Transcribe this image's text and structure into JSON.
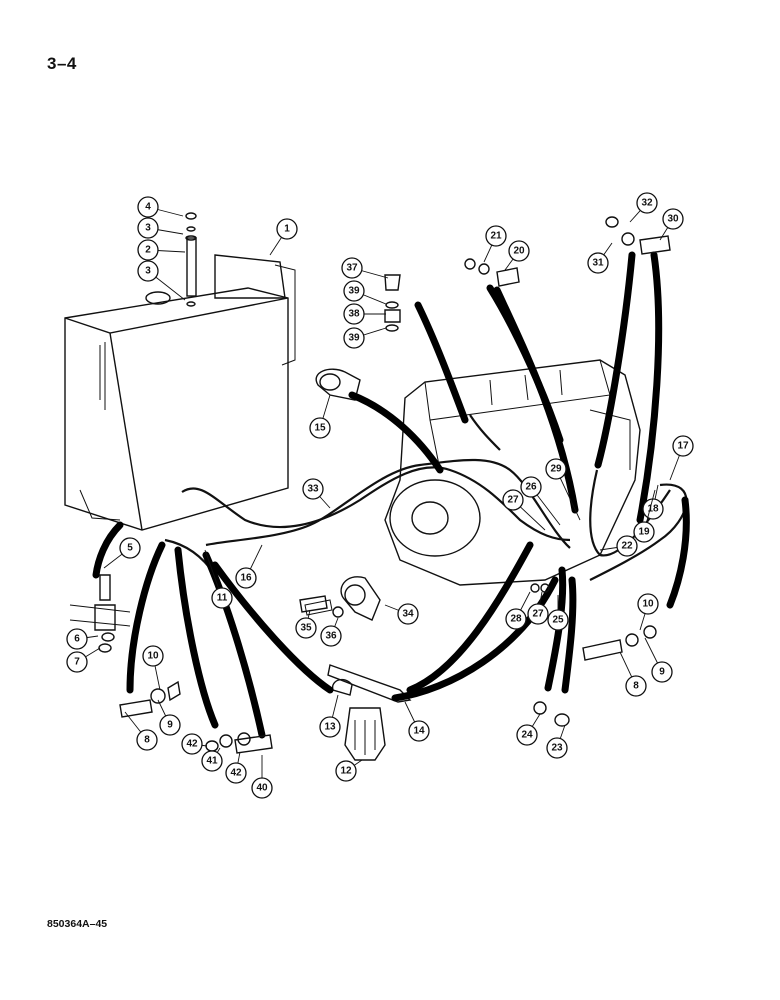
{
  "page": {
    "number": "3–4",
    "figure_id": "850364A–45"
  },
  "callouts": [
    {
      "label": "1"
    },
    {
      "label": "2"
    },
    {
      "label": "3"
    },
    {
      "label": "3"
    },
    {
      "label": "4"
    },
    {
      "label": "5"
    },
    {
      "label": "6"
    },
    {
      "label": "7"
    },
    {
      "label": "8"
    },
    {
      "label": "8"
    },
    {
      "label": "9"
    },
    {
      "label": "9"
    },
    {
      "label": "10"
    },
    {
      "label": "10"
    },
    {
      "label": "11"
    },
    {
      "label": "12"
    },
    {
      "label": "13"
    },
    {
      "label": "14"
    },
    {
      "label": "15"
    },
    {
      "label": "16"
    },
    {
      "label": "17"
    },
    {
      "label": "18"
    },
    {
      "label": "19"
    },
    {
      "label": "20"
    },
    {
      "label": "21"
    },
    {
      "label": "22"
    },
    {
      "label": "23"
    },
    {
      "label": "24"
    },
    {
      "label": "25"
    },
    {
      "label": "26"
    },
    {
      "label": "27"
    },
    {
      "label": "27"
    },
    {
      "label": "28"
    },
    {
      "label": "29"
    },
    {
      "label": "30"
    },
    {
      "label": "31"
    },
    {
      "label": "32"
    },
    {
      "label": "33"
    },
    {
      "label": "34"
    },
    {
      "label": "35"
    },
    {
      "label": "36"
    },
    {
      "label": "37"
    },
    {
      "label": "38"
    },
    {
      "label": "39"
    },
    {
      "label": "39"
    },
    {
      "label": "40"
    },
    {
      "label": "41"
    },
    {
      "label": "42"
    },
    {
      "label": "42"
    }
  ]
}
